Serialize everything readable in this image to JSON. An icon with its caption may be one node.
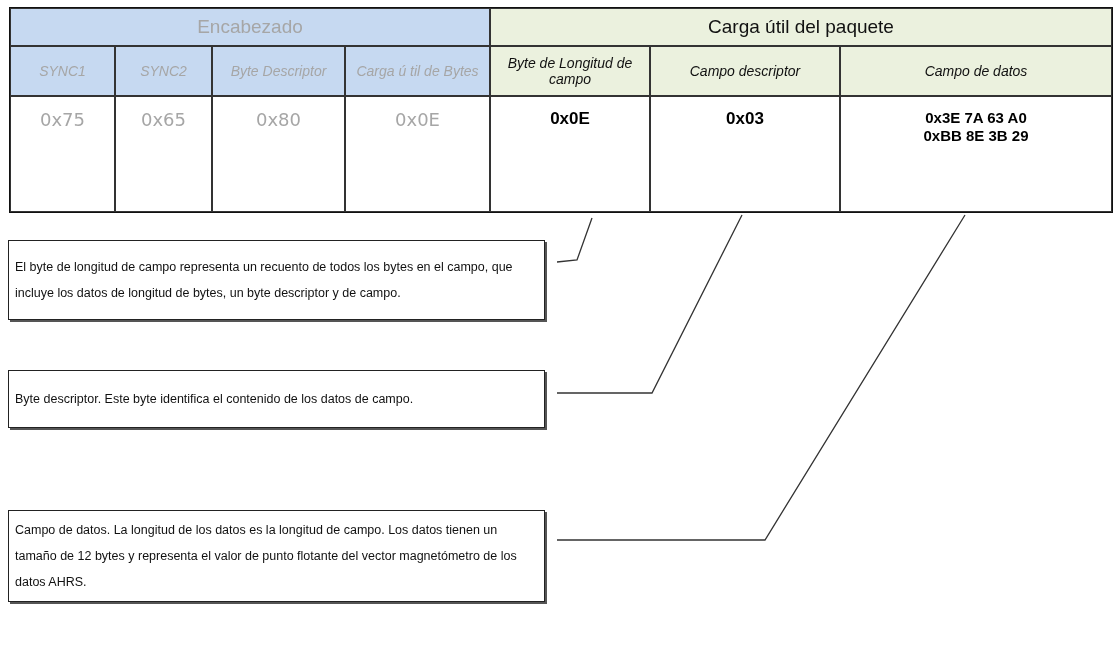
{
  "diagram": {
    "nodes": [
      {
        "text": [
          "Encabezado"
        ]
      },
      {
        "text": [
          "Carga útil del paquete"
        ]
      },
      {
        "text": [
          "SYNC1"
        ]
      },
      {
        "text": [
          "SYNC2"
        ]
      },
      {
        "text": [
          "Byte Descriptor"
        ]
      },
      {
        "text": [
          "Carga ú til de Bytes"
        ]
      },
      {
        "text": [
          "Byte de Longitud de campo"
        ]
      },
      {
        "text": [
          "Campo descriptor"
        ]
      },
      {
        "text": [
          "Campo de datos"
        ]
      },
      {
        "text": [
          "0x75"
        ]
      },
      {
        "text": [
          "0x65"
        ]
      },
      {
        "text": [
          "0x80"
        ]
      },
      {
        "text": [
          "0x0E"
        ]
      },
      {
        "text": [
          "0x0E"
        ]
      },
      {
        "text": [
          "0x03"
        ]
      },
      {
        "text": [
          "0x3E 7A 63 A0 0xBB 8E 3B 29"
        ]
      },
      {
        "text": [
          "El byte de longitud de campo representa un recuento de todos los bytes en el campo, que incluye los datos de longitud de bytes, un byte descriptor y de campo."
        ]
      },
      {
        "text": [
          "Byte descriptor. Este byte identifica el contenido de los datos de campo."
        ]
      },
      {
        "text": [
          "Campo de datos. La longitud de los datos es la longitud de campo. Los datos tienen un tamaño de 12 bytes y representa el valor de punto flotante del vector magnetómetro de los datos AHRS."
        ]
      }
    ],
    "edges": [
      {
        "from": 16,
        "to": 13,
        "arrow": "none"
      },
      {
        "from": 17,
        "to": 14,
        "arrow": "none"
      },
      {
        "from": 18,
        "to": 15,
        "arrow": "none"
      }
    ]
  }
}
